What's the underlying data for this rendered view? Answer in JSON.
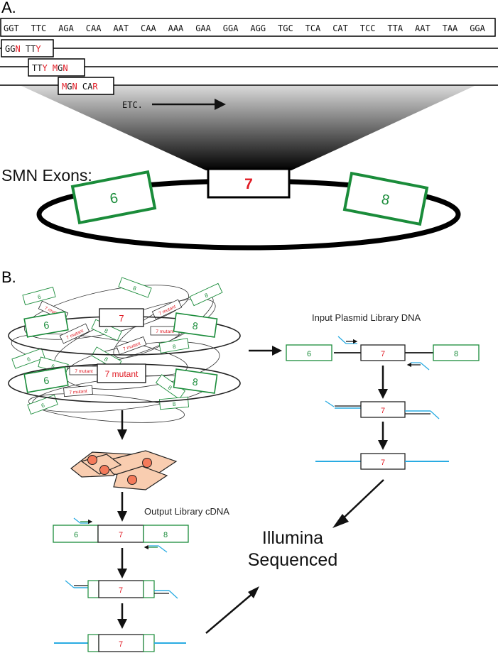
{
  "panel_a": {
    "label": "A.",
    "sequence": [
      {
        "text": "GGT"
      },
      {
        "text": "TTC"
      },
      {
        "text": "AGA"
      },
      {
        "text": "CAA"
      },
      {
        "text": "AAT"
      },
      {
        "text": "CAA"
      },
      {
        "text": "AAA"
      },
      {
        "text": "GAA"
      },
      {
        "text": "GGA"
      },
      {
        "text": "AGG"
      },
      {
        "text": "TGC"
      },
      {
        "text": "TCA"
      },
      {
        "text": "CAT"
      },
      {
        "text": "TCC"
      },
      {
        "text": "TTA"
      },
      {
        "text": "AAT"
      },
      {
        "text": "TAA"
      },
      {
        "text": "GGA"
      }
    ],
    "oligos": [
      {
        "name": "oligo-1",
        "pieces": [
          {
            "text": "GG",
            "red": false
          },
          {
            "text": "N",
            "red": true
          },
          {
            "text": " TT",
            "red": false
          },
          {
            "text": "Y",
            "red": true
          }
        ]
      },
      {
        "name": "oligo-2",
        "pieces": [
          {
            "text": "TT",
            "red": false
          },
          {
            "text": "Y",
            "red": true
          },
          {
            "text": " M",
            "red": true
          },
          {
            "text": "G",
            "red": false
          },
          {
            "text": "N",
            "red": true
          }
        ]
      },
      {
        "name": "oligo-3",
        "pieces": [
          {
            "text": "M",
            "red": true
          },
          {
            "text": "G",
            "red": false
          },
          {
            "text": "N",
            "red": true
          },
          {
            "text": " CA",
            "red": false
          },
          {
            "text": "R",
            "red": true
          }
        ]
      }
    ],
    "etc_label": "ETC.",
    "smn_label": "SMN Exons:",
    "exons": {
      "left": "6",
      "center": "7",
      "right": "8"
    }
  },
  "panel_b": {
    "label": "B.",
    "library": {
      "big_exons": [
        "6",
        "7",
        "8",
        "6",
        "7 mutant",
        "8"
      ],
      "small_mutant_label": "7 mutant",
      "small_labels": [
        "6",
        "8",
        "6",
        "8",
        "6",
        "8",
        "6",
        "8"
      ]
    },
    "input_label": "Input Plasmid Library DNA",
    "output_label": "Output Library cDNA",
    "input_constructs": {
      "full": {
        "left": "6",
        "center": "7",
        "right": "8"
      },
      "amplified": {
        "center": "7"
      },
      "final": {
        "center": "7"
      }
    },
    "output_constructs": {
      "full": {
        "left": "6",
        "center": "7",
        "right": "8"
      },
      "amplified": {
        "center": "7"
      },
      "final": {
        "center": "7"
      }
    },
    "result_label_line1": "Illumina",
    "result_label_line2": "Sequenced"
  },
  "colors": {
    "exon_green": "#1a8c3a",
    "exon_red": "#e01b24",
    "primer_blue": "#29abe2",
    "cell_fill": "#f9cdb0",
    "nucleus": "#f47a5a"
  }
}
